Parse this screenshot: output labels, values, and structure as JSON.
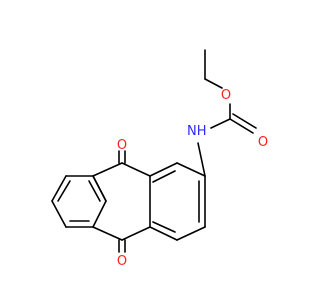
{
  "atom_labels": {
    "nh": "NH",
    "o_ester": "O",
    "o_carbonyl": "O",
    "o_ketone_top": "O",
    "o_ketone_bottom": "O"
  },
  "colors": {
    "bond": "#000000",
    "nitrogen": "#2b2bff",
    "oxygen": "#ff2020",
    "background": "#ffffff"
  }
}
